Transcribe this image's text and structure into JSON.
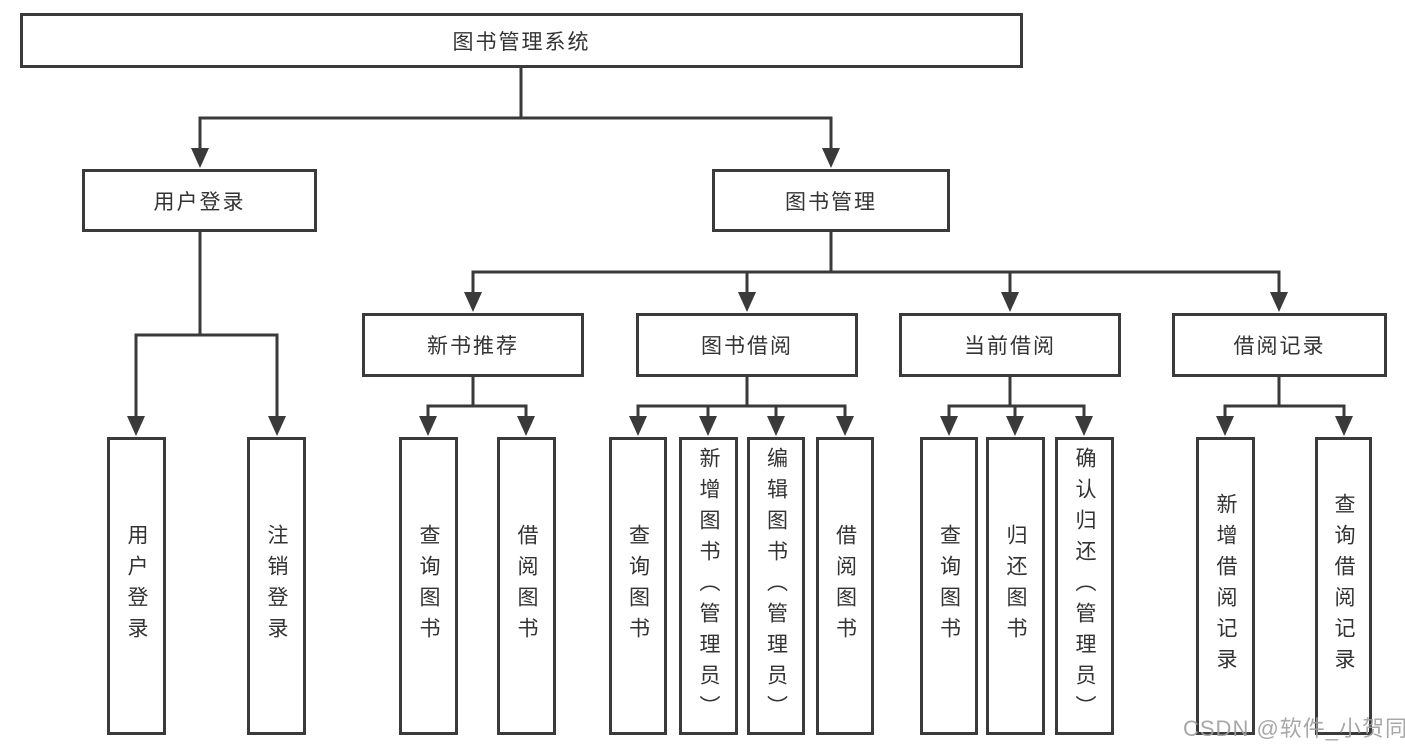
{
  "diagram": {
    "line_color": "#3a3a3a",
    "text_color": "#333333",
    "root": {
      "label": "图书管理系统",
      "children": [
        {
          "label": "用户登录",
          "children": [
            {
              "label": "用户登录"
            },
            {
              "label": "注销登录"
            }
          ]
        },
        {
          "label": "图书管理",
          "children": [
            {
              "label": "新书推荐",
              "children": [
                {
                  "label": "查询图书"
                },
                {
                  "label": "借阅图书"
                }
              ]
            },
            {
              "label": "图书借阅",
              "children": [
                {
                  "label": "查询图书"
                },
                {
                  "label": "新增图书（管理员）"
                },
                {
                  "label": "编辑图书（管理员）"
                },
                {
                  "label": "借阅图书"
                }
              ]
            },
            {
              "label": "当前借阅",
              "children": [
                {
                  "label": "查询图书"
                },
                {
                  "label": "归还图书"
                },
                {
                  "label": "确认归还（管理员）"
                }
              ]
            },
            {
              "label": "借阅记录",
              "children": [
                {
                  "label": "新增借阅记录"
                },
                {
                  "label": "查询借阅记录"
                }
              ]
            }
          ]
        }
      ]
    }
  },
  "watermark": {
    "text": "CSDN @软件_小贺同学"
  }
}
